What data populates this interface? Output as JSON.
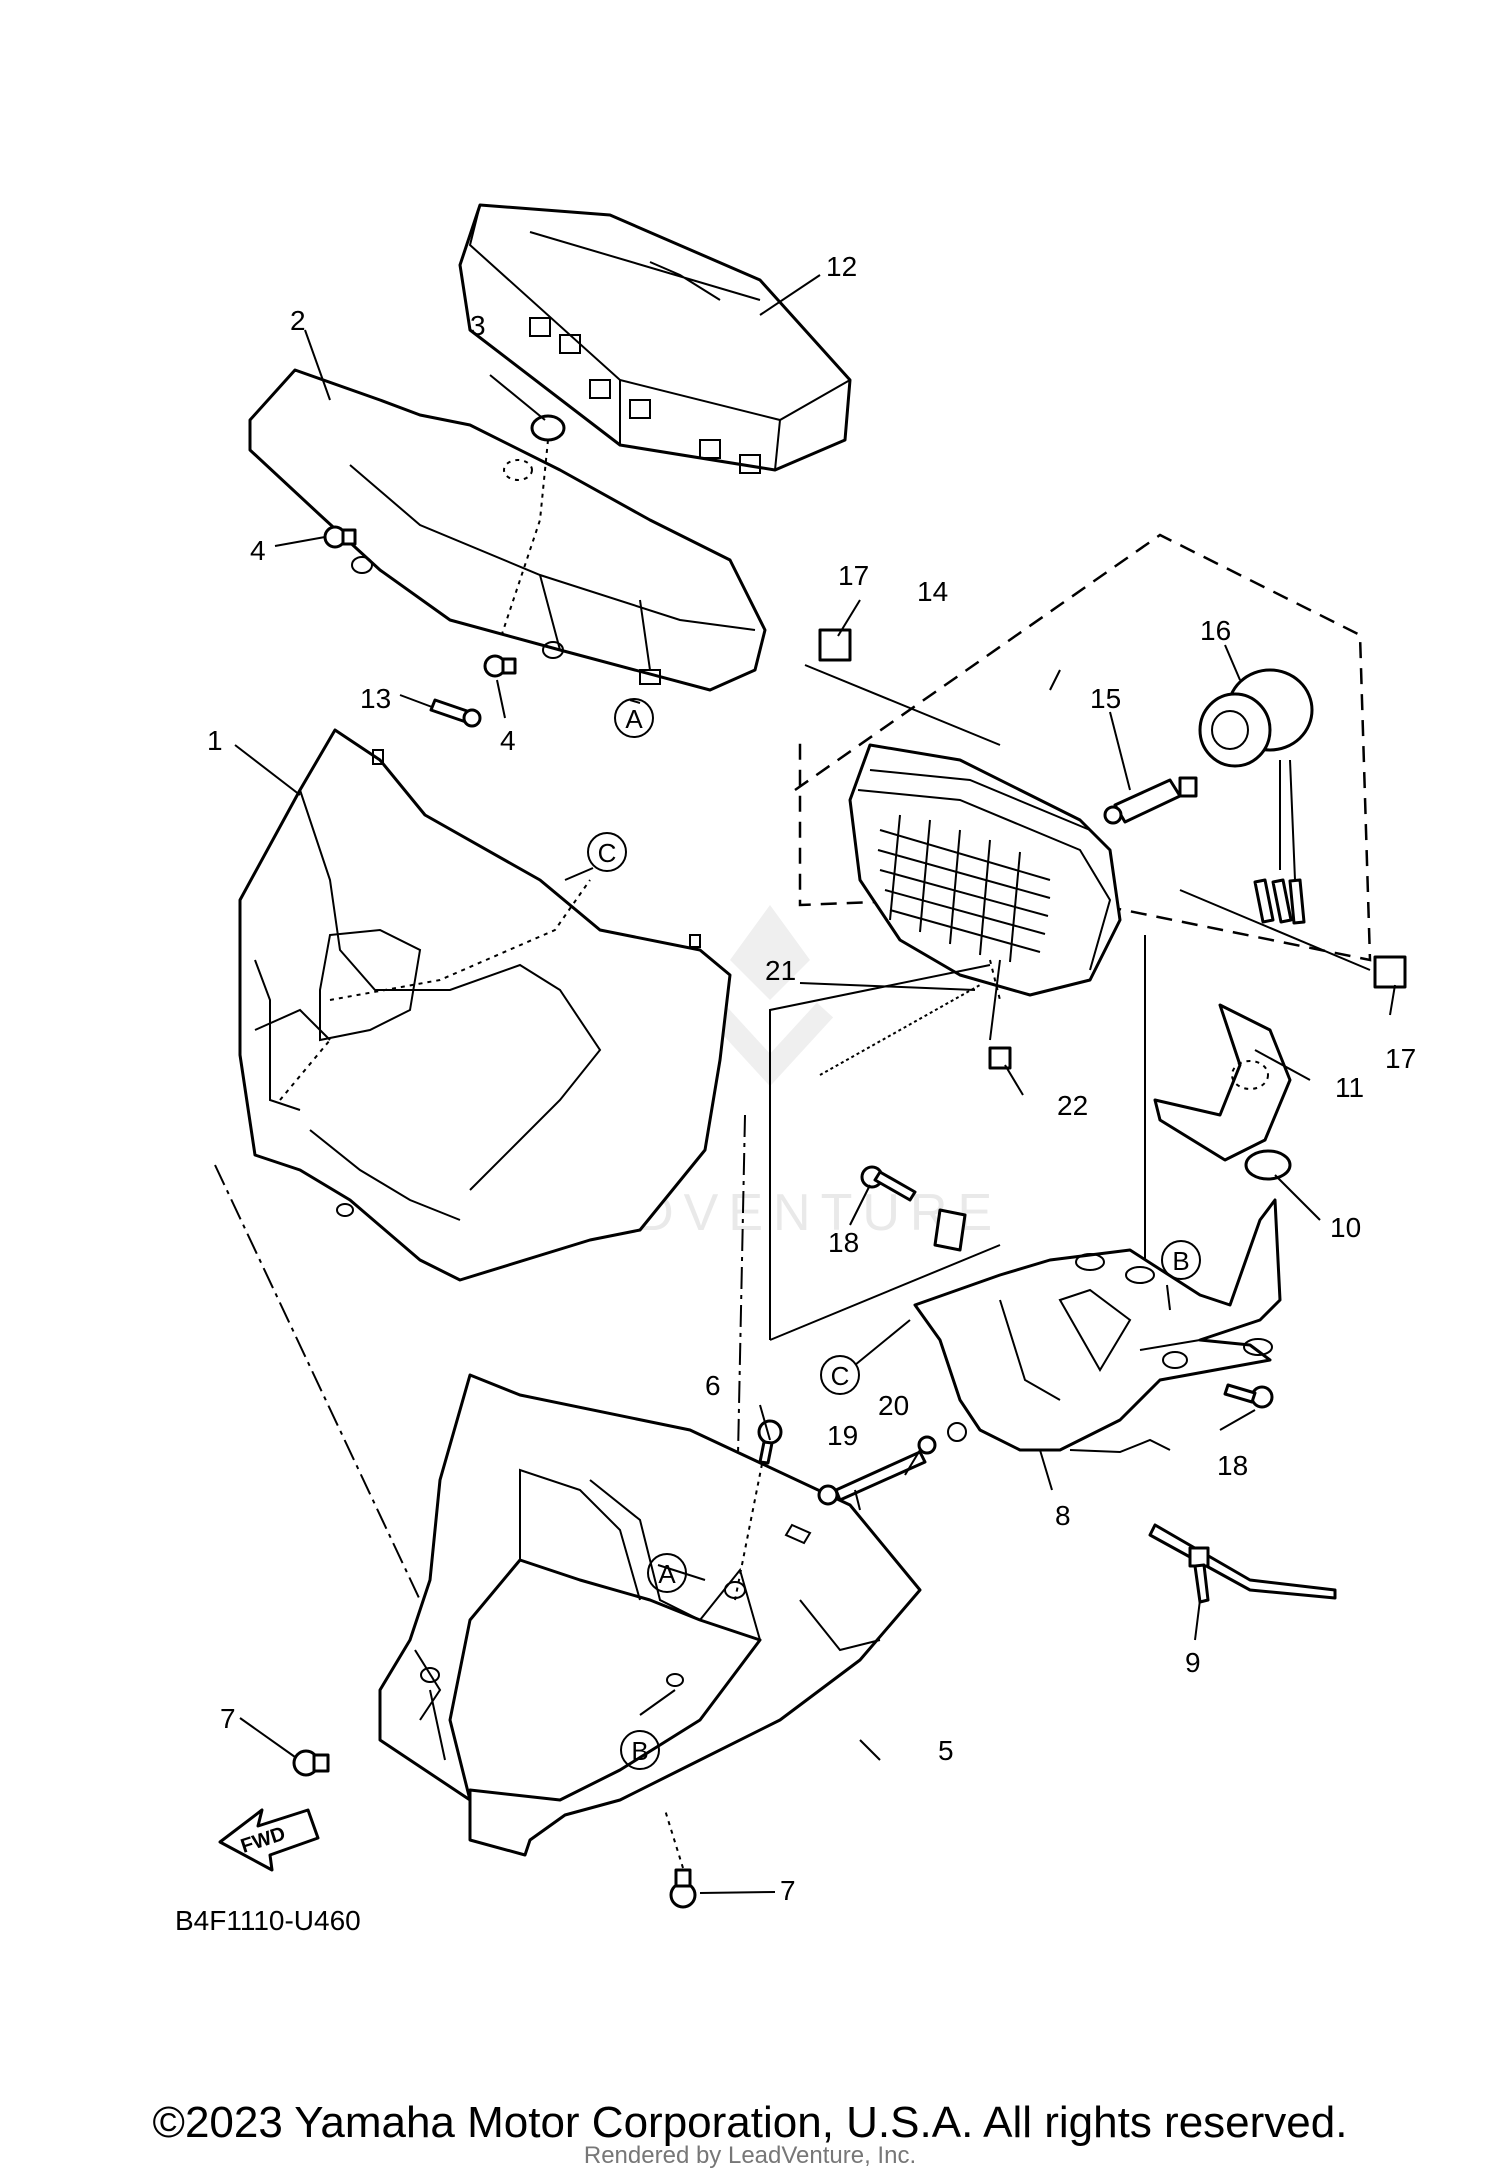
{
  "diagram": {
    "drawing_code": "B4F1110-U460",
    "fwd_label": "FWD",
    "watermark_text": "LEADVENTURE",
    "part_numbers": [
      "1",
      "2",
      "3",
      "4",
      "4",
      "5",
      "6",
      "7",
      "7",
      "8",
      "9",
      "10",
      "11",
      "12",
      "13",
      "14",
      "15",
      "16",
      "17",
      "17",
      "18",
      "18",
      "19",
      "20",
      "21",
      "22"
    ],
    "reference_letters": [
      "A",
      "A",
      "B",
      "B",
      "C",
      "C"
    ]
  },
  "footer": {
    "copyright": "©2023 Yamaha Motor Corporation, U.S.A. All rights reserved.",
    "rendered_by": "Rendered by LeadVenture, Inc."
  }
}
